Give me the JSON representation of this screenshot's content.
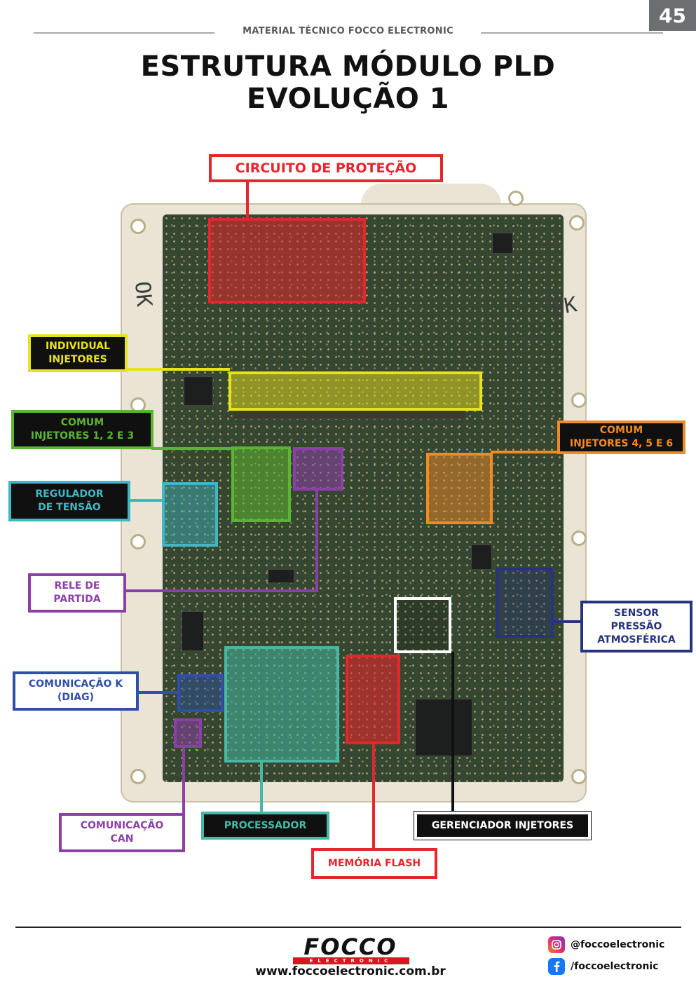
{
  "page_number": "45",
  "header_text": "MATERIAL TÉCNICO FOCCO ELECTRONIC",
  "title_line1": "ESTRUTURA MÓDULO PLD",
  "title_line2": "EVOLUÇÃO 1",
  "board_marks": {
    "ok_left": "OK",
    "ok_right": "OK"
  },
  "labels": {
    "circuito_protecao": "CIRCUITO DE PROTEÇÃO",
    "individual_injetores": "INDIVIDUAL\nINJETORES",
    "comum_injetores_123": "COMUM\nINJETORES 1, 2 E 3",
    "comum_injetores_456": "COMUM\nINJETORES 4, 5 E 6",
    "regulador_tensao": "REGULADOR\nDE TENSÃO",
    "rele_partida": "RELE DE\nPARTIDA",
    "sensor_pressao": "SENSOR\nPRESSÃO\nATMOSFÉRICA",
    "comunicacao_k": "COMUNICAÇÃO K\n(DIAG)",
    "comunicacao_can": "COMUNICAÇÃO\nCAN",
    "processador": "PROCESSADOR",
    "gerenciador_injetores": "GERENCIADOR INJETORES",
    "memoria_flash": "MEMÓRIA FLASH"
  },
  "colors": {
    "red": "#e5262d",
    "yellow": "#e8e21c",
    "green": "#5cb531",
    "orange": "#f28a25",
    "cyan": "#3fb8c4",
    "purple": "#8c3fa8",
    "navy": "#27337e",
    "blue": "#2f4fa8",
    "teal": "#46b8a4",
    "black": "#111111"
  },
  "footer": {
    "brand": "FOCCO",
    "brand_sub": "ELECTRONIC",
    "website": "www.foccoelectronic.com.br",
    "instagram": "@foccoelectronic",
    "facebook": "/foccoelectronic"
  },
  "icons": {
    "instagram": "instagram-icon",
    "facebook": "facebook-icon"
  }
}
